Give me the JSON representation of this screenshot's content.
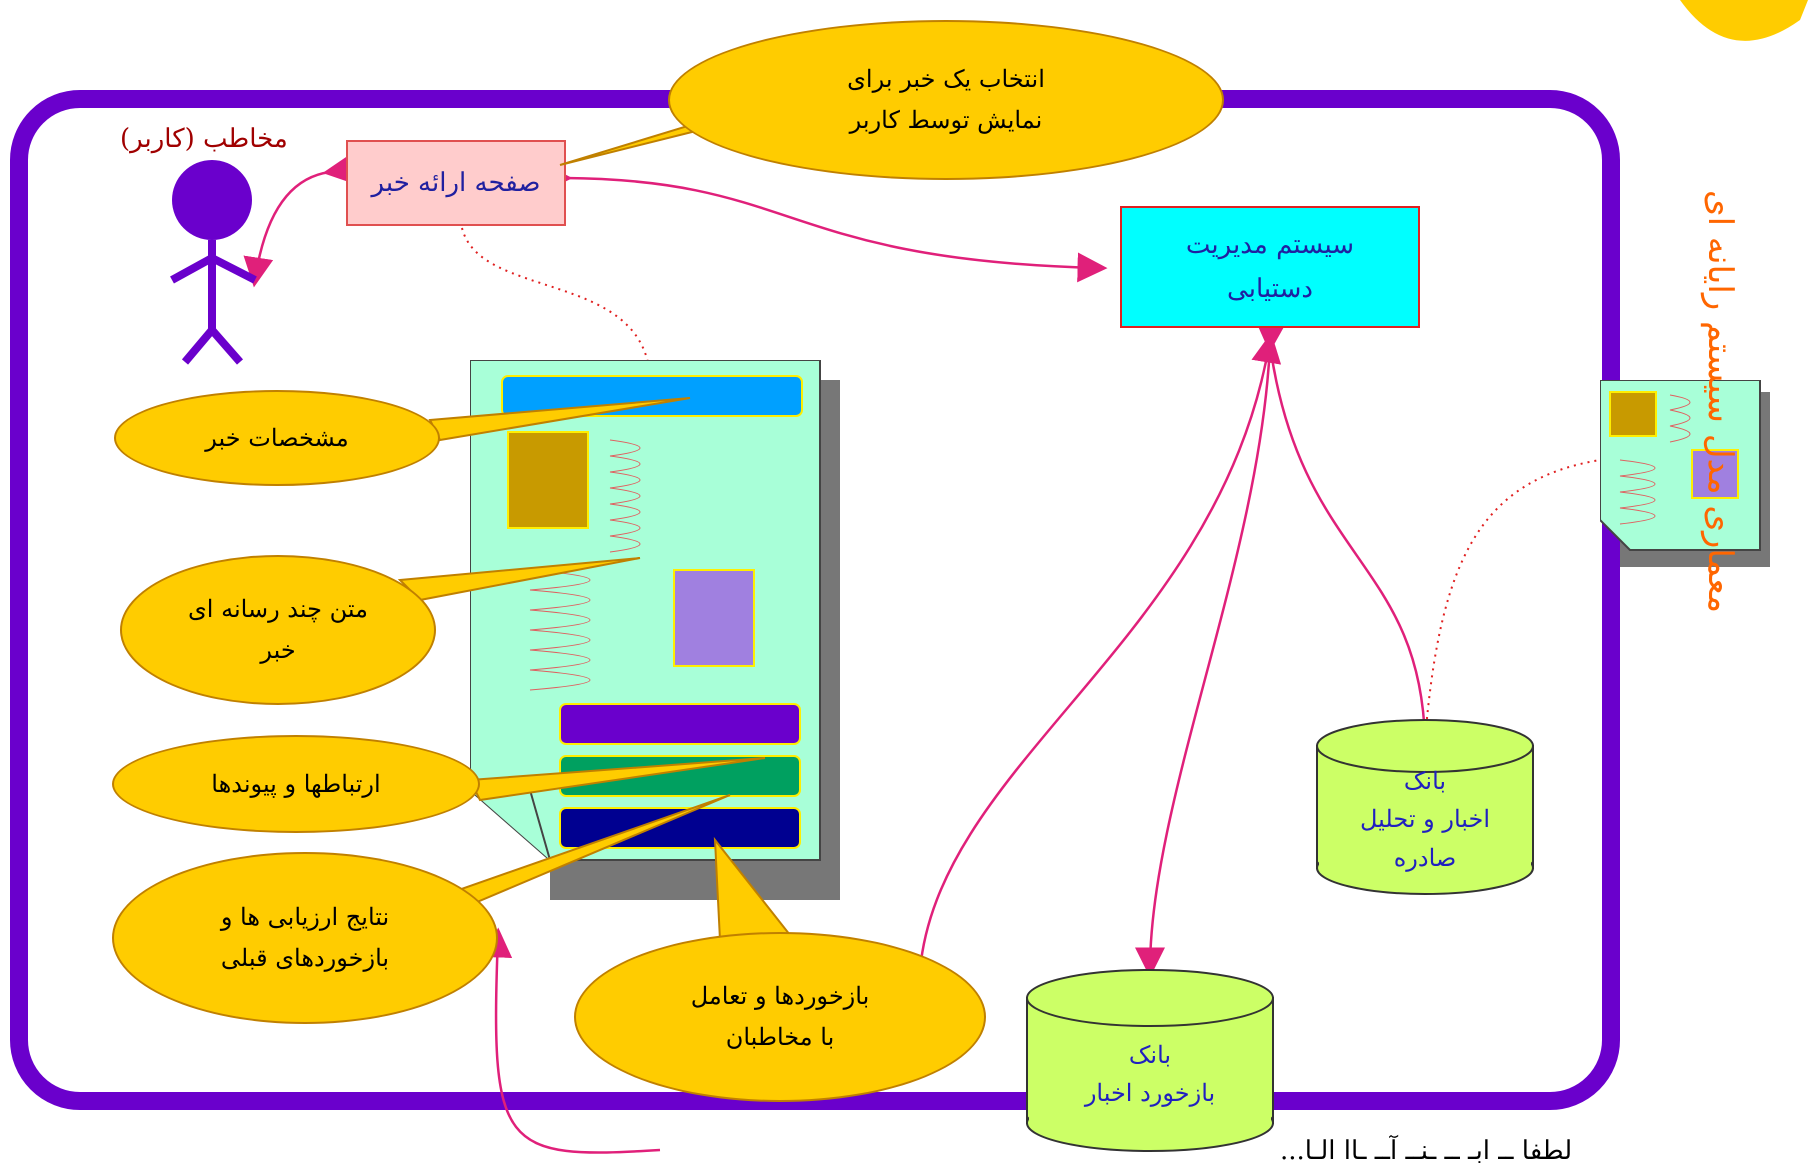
{
  "diagram": {
    "side_title": "معماری مدل سیستم رایانه ای",
    "user_label": "مخاطب (کاربر)",
    "news_page_box": "صفحه ارائه خبر",
    "access_system_box": "سیستم مدیریت\nدستیابی",
    "callouts": {
      "select_news": "انتخاب یک خبر برای\nنمایش توسط کاربر",
      "news_specs": "مشخصات خبر",
      "multimedia_text": "متن چند رسانه ای\nخبر",
      "links": "ارتباطها و پیوندها",
      "evaluations": "نتایج ارزیابی ها و\nبازخوردهای قبلی",
      "feedback_interaction": "بازخوردها و تعامل\nبا مخاطبان"
    },
    "databases": {
      "issued_news_bank": "بانک\nاخبار و تحلیل\nصادره",
      "feedback_bank": "بانک\nبازخورد اخبار"
    },
    "bottom_text": "...لطفا ــ ابـ ــ ـنــ آــ ـاا الـا"
  },
  "colors": {
    "frame": "#6a00cc",
    "callout_fill": "#ffcc00",
    "connector": "#e0207a",
    "side_title": "#ff6600",
    "document_bg": "#a8ffd8"
  }
}
